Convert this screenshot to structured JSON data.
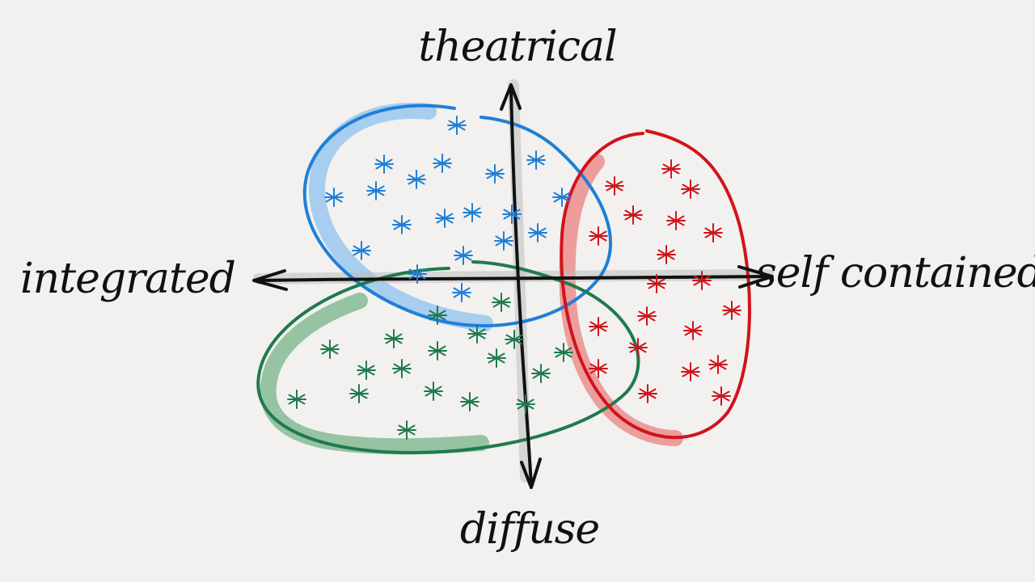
{
  "labels": {
    "top": "theatrical",
    "bottom": "diffuse",
    "left": "integrated",
    "right": "self contained"
  },
  "colors": {
    "blue": "#1f7fd8",
    "green": "#1f7a4e",
    "red": "#d0141c",
    "axis": "#111111"
  }
}
